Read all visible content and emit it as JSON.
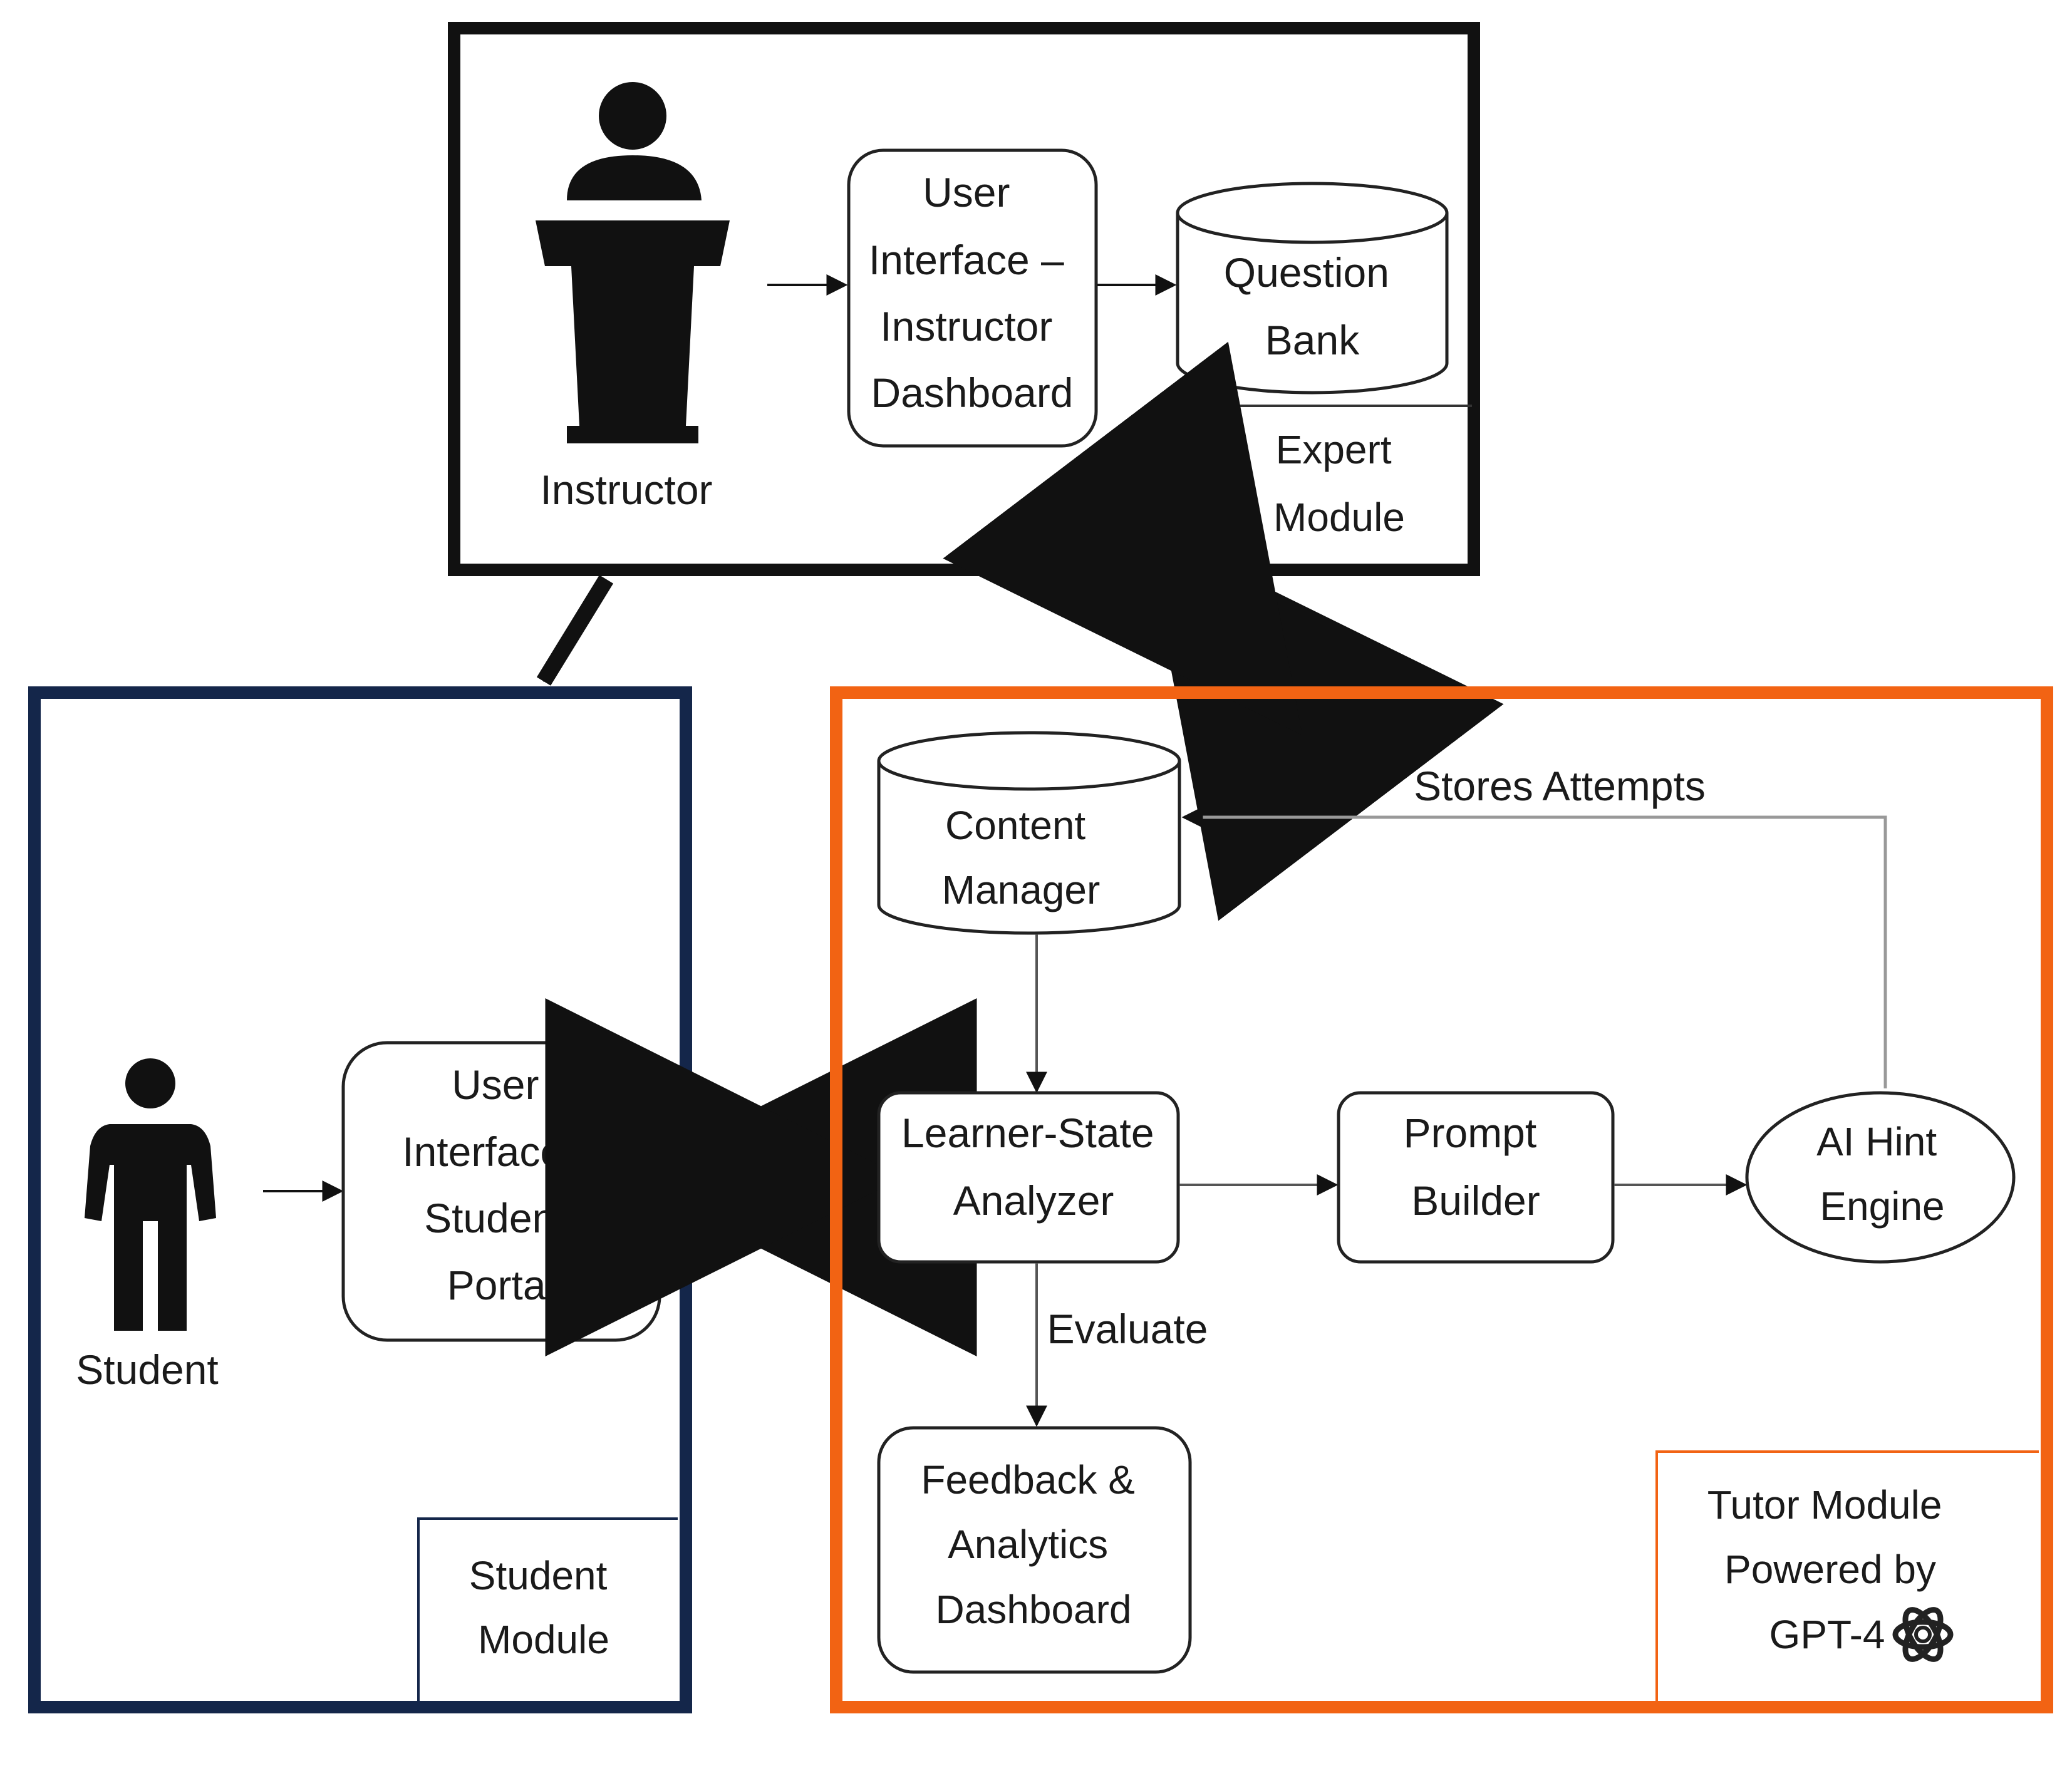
{
  "expert_module": {
    "instructor_label": "Instructor",
    "ui": [
      "User",
      "Interface –",
      "Instructor",
      "Dashboard"
    ],
    "question_bank": [
      "Question",
      "Bank"
    ],
    "module_label": [
      "Expert",
      "Module"
    ]
  },
  "student_module": {
    "student_label": "Student",
    "ui": [
      "User",
      "Interface -",
      "Student",
      "Portal"
    ],
    "module_label": [
      "Student",
      "Module"
    ],
    "border_color": "#14264a"
  },
  "tutor_module": {
    "content_manager": [
      "Content",
      "Manager"
    ],
    "learner_state": [
      "Learner-State",
      "Analyzer"
    ],
    "prompt_builder": [
      "Prompt",
      "Builder"
    ],
    "ai_hint": [
      "AI Hint",
      "Engine"
    ],
    "feedback": [
      "Feedback &",
      "Analytics",
      "Dashboard"
    ],
    "stores_attempts": "Stores Attempts",
    "evaluate": "Evaluate",
    "module_label": [
      "Tutor Module",
      "Powered by",
      "GPT-4"
    ],
    "logo_icon": "openai-logo-icon",
    "border_color": "#f26313"
  }
}
